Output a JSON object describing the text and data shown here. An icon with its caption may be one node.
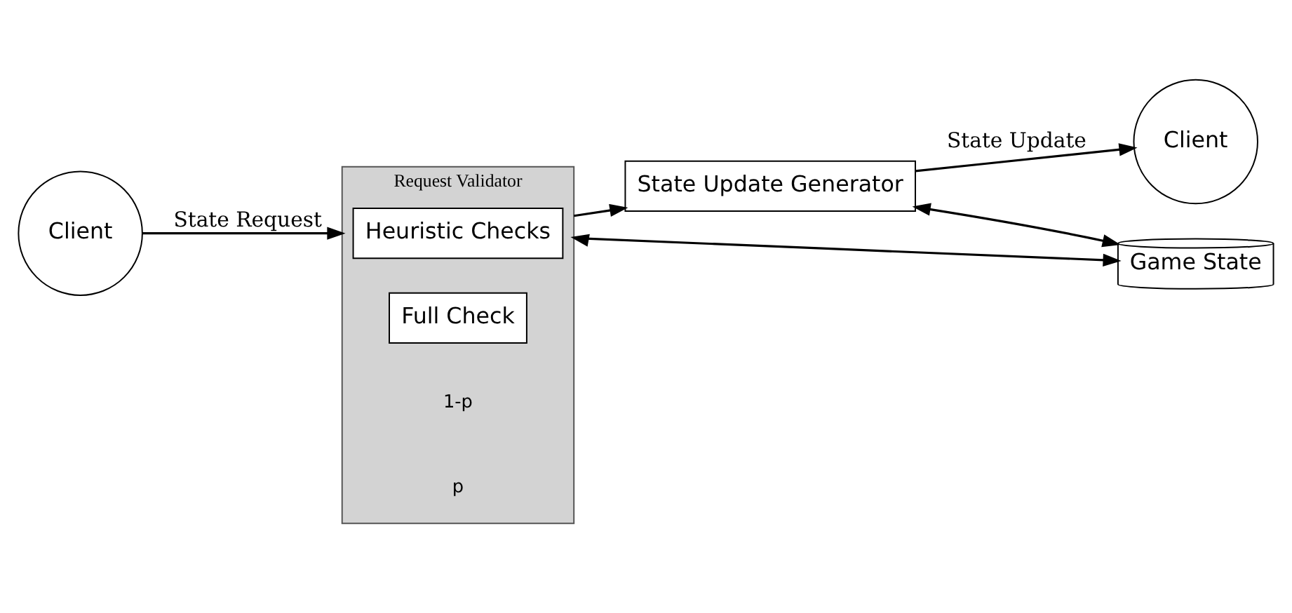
{
  "diagram": {
    "nodes": [
      {
        "text": [
          "Client"
        ]
      },
      {
        "text": [
          "Request Validator"
        ]
      },
      {
        "text": [
          "Heuristic Checks"
        ],
        "in": 1
      },
      {
        "text": [
          "Full Check"
        ],
        "in": 1
      },
      {
        "text": [
          "State Update Generator"
        ]
      },
      {
        "text": [
          "Client"
        ]
      },
      {
        "text": [
          "Game State"
        ]
      }
    ],
    "edges": [
      {
        "from": 0,
        "to": 1,
        "arrow": "to",
        "label": "State Request"
      },
      {
        "from": 1,
        "to": 4,
        "arrow": "to"
      },
      {
        "from": 4,
        "to": 5,
        "arrow": "to",
        "label": "State Update"
      },
      {
        "from": 4,
        "to": 6,
        "arrow": "both"
      },
      {
        "from": 1,
        "to": 6,
        "arrow": "both"
      }
    ],
    "labels": [
      "1-p",
      "p"
    ]
  }
}
